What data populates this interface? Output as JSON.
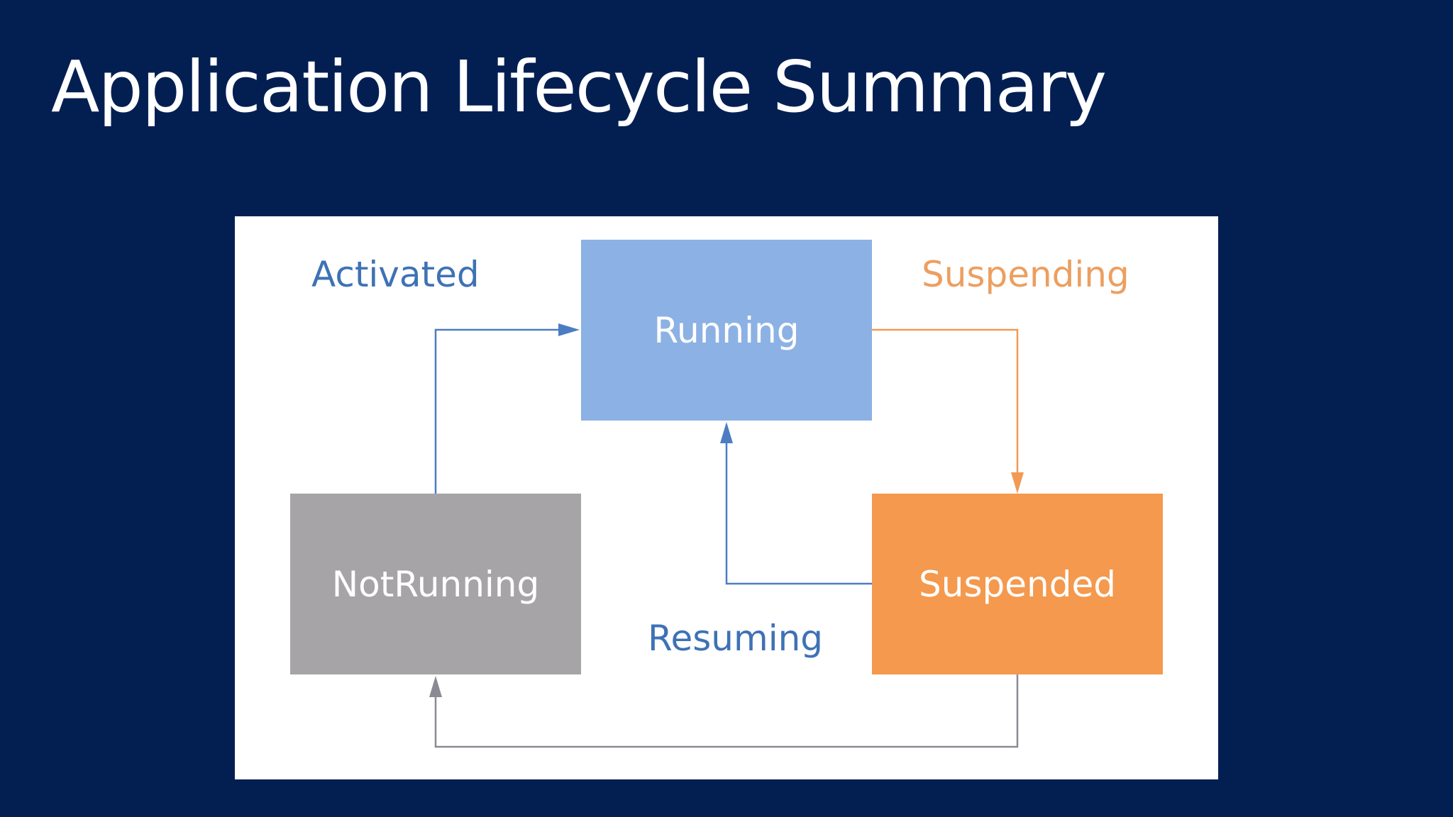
{
  "slide": {
    "title": "Application Lifecycle Summary"
  },
  "diagram": {
    "states": {
      "running": "Running",
      "not_running": "NotRunning",
      "suspended": "Suspended"
    },
    "transitions": {
      "activated": "Activated",
      "suspending": "Suspending",
      "resuming": "Resuming"
    },
    "colors": {
      "background": "#031f52",
      "running": "#8cb1e4",
      "not_running": "#a6a4a7",
      "suspended": "#f4994d",
      "activated_arrow": "#4c7dc3",
      "suspending_arrow": "#f29a55",
      "resuming_arrow": "#4c7dc3",
      "terminated_arrow": "#8a8a94"
    },
    "edges": [
      {
        "from": "NotRunning",
        "to": "Running",
        "label": "Activated"
      },
      {
        "from": "Running",
        "to": "Suspended",
        "label": "Suspending"
      },
      {
        "from": "Suspended",
        "to": "Running",
        "label": "Resuming"
      },
      {
        "from": "Suspended",
        "to": "NotRunning",
        "label": ""
      }
    ]
  }
}
